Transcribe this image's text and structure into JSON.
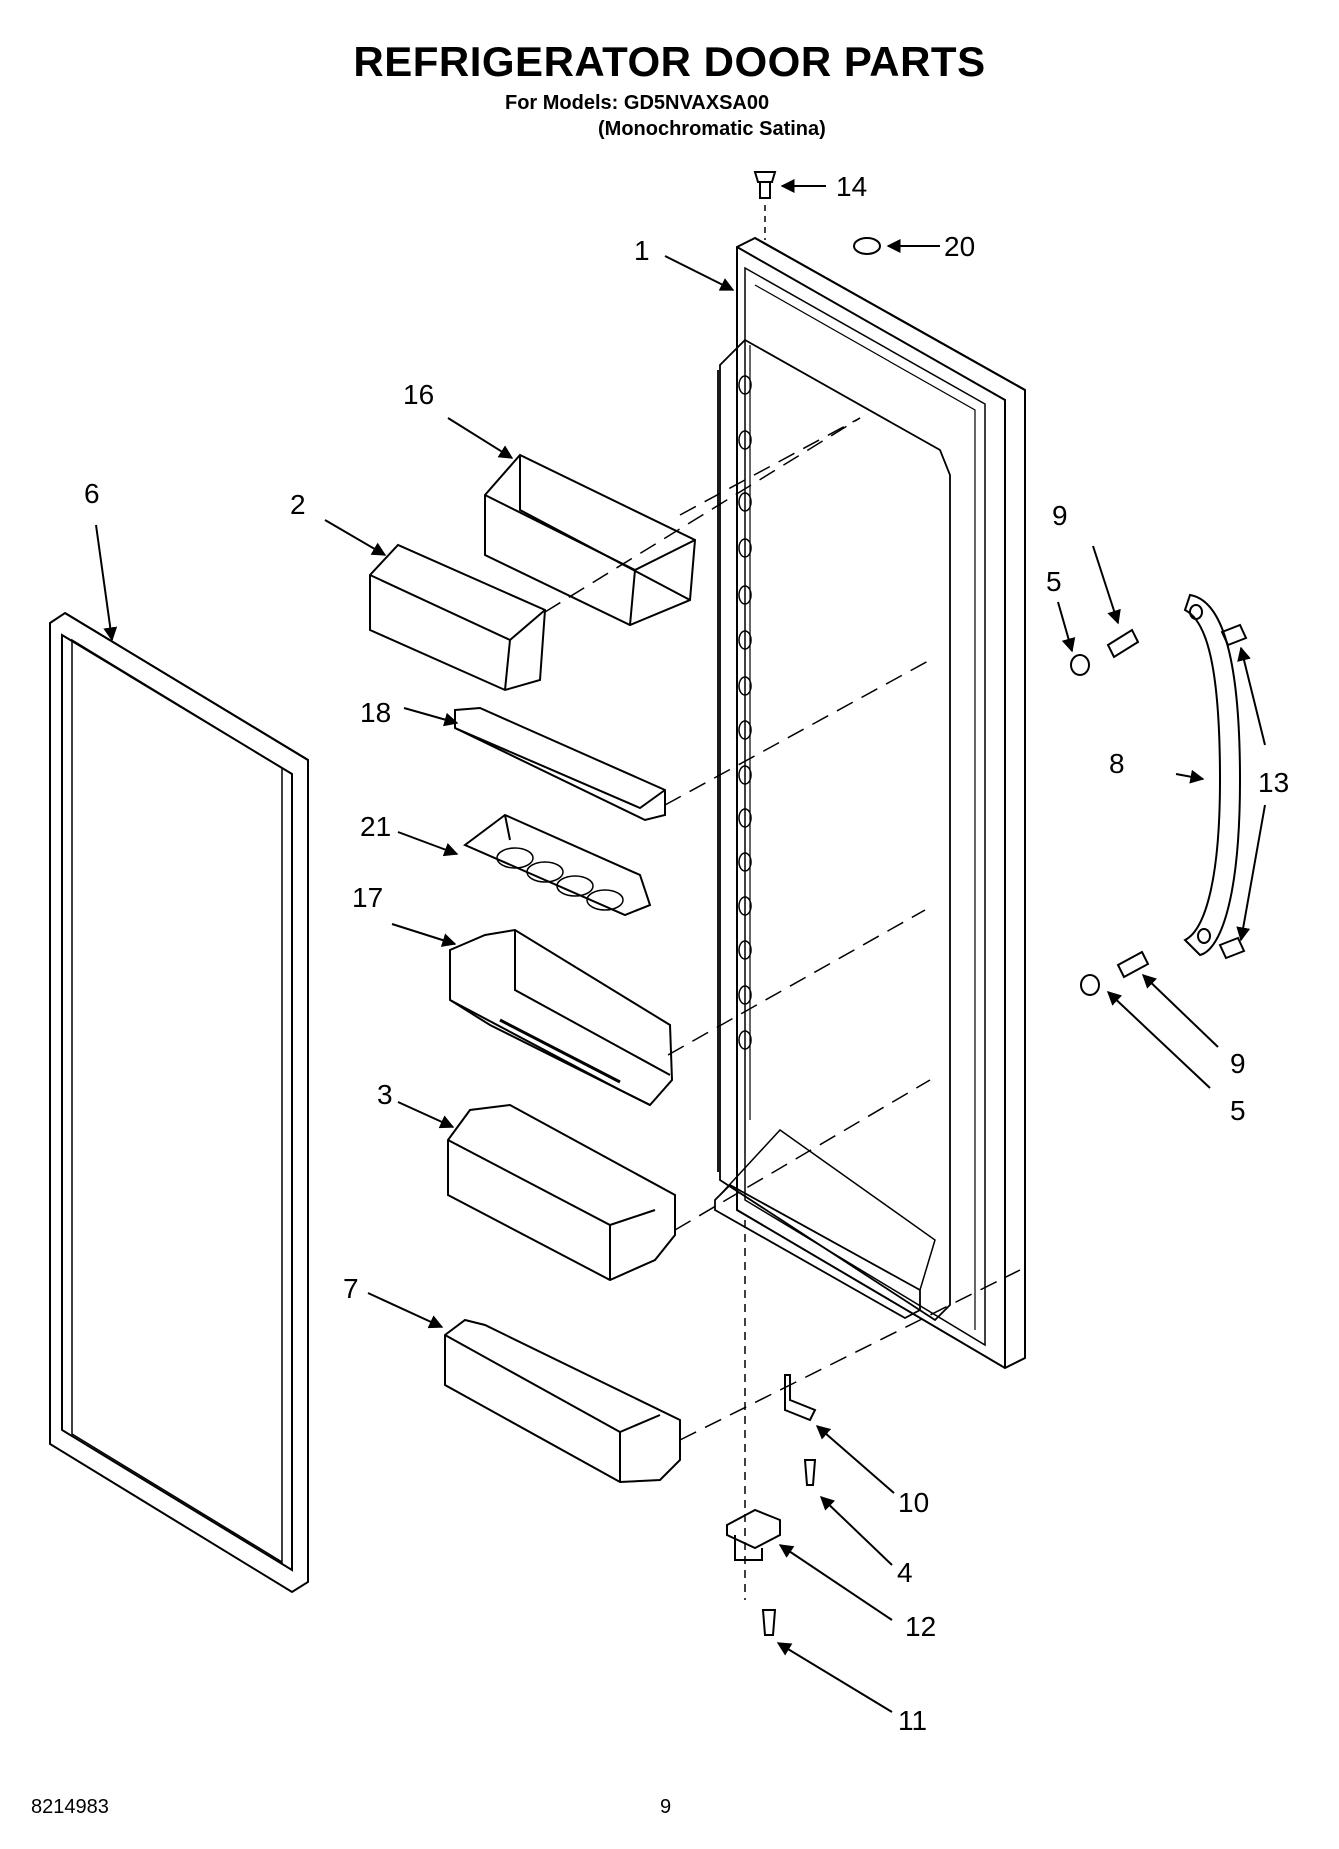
{
  "header": {
    "title": "REFRIGERATOR DOOR PARTS",
    "models_line": "For Models: GD5NVAXSA00",
    "variant_line": "(Monochromatic Satina)"
  },
  "callouts": {
    "c1": "1",
    "c2": "2",
    "c3": "3",
    "c4": "4",
    "c5a": "5",
    "c5b": "5",
    "c6": "6",
    "c7": "7",
    "c8": "8",
    "c9a": "9",
    "c9b": "9",
    "c10": "10",
    "c11": "11",
    "c12": "12",
    "c13": "13",
    "c14": "14",
    "c16": "16",
    "c17": "17",
    "c18": "18",
    "c20": "20",
    "c21": "21"
  },
  "footer": {
    "doc_number": "8214983",
    "page_number": "9"
  }
}
